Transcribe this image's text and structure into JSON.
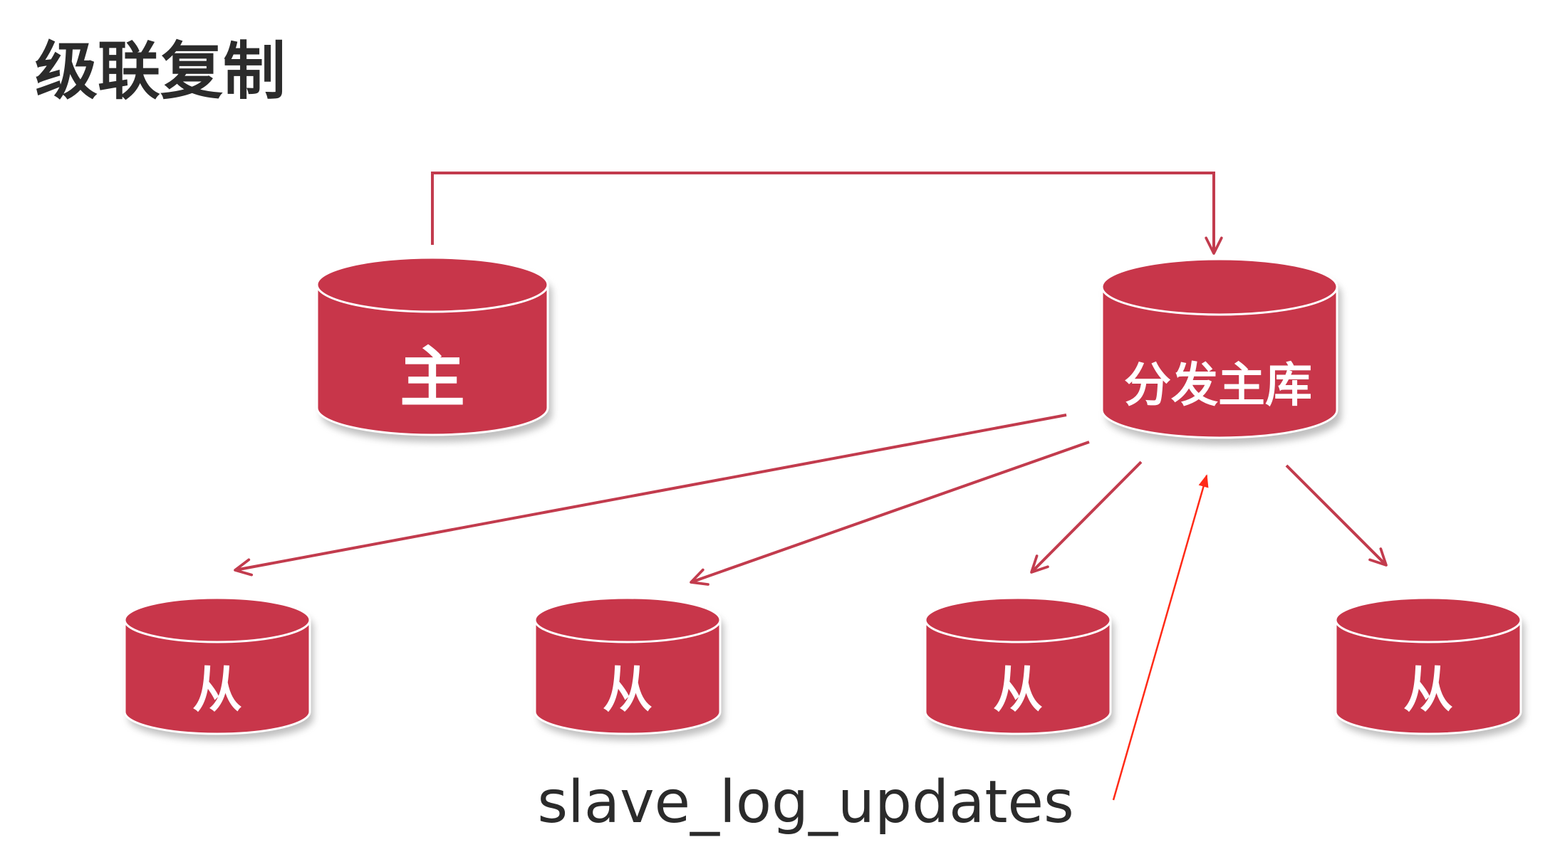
{
  "title": "级联复制",
  "colors": {
    "node_fill": "#c8364a",
    "node_label": "#ffffff",
    "node_outline": "#ffffff",
    "shadow": "#8a8a8a",
    "connector": "#c23b4d",
    "annotation_arrow": "#ff2a17",
    "text": "#2b2b2b"
  },
  "nodes": {
    "master": {
      "label": "主"
    },
    "distributor": {
      "label": "分发主库"
    },
    "slaves": [
      {
        "label": "从"
      },
      {
        "label": "从"
      },
      {
        "label": "从"
      },
      {
        "label": "从"
      }
    ]
  },
  "annotation": {
    "label": "slave_log_updates"
  }
}
